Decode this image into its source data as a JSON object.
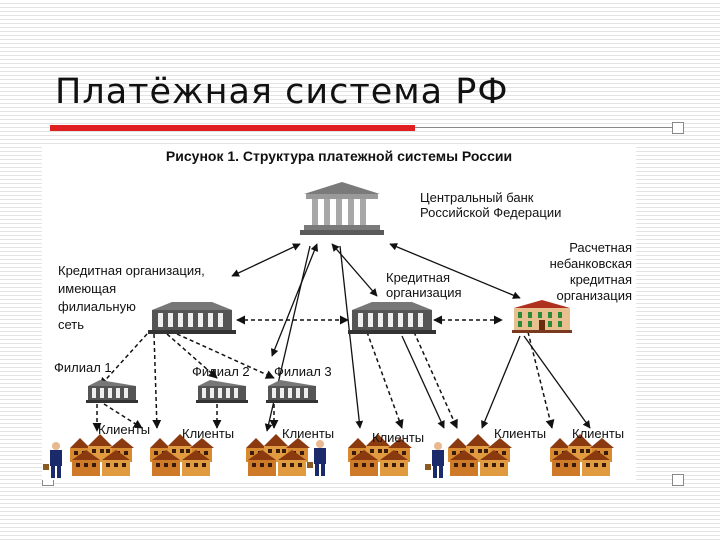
{
  "slide": {
    "title": "Платёжная система РФ",
    "accent_color": "#e02020"
  },
  "figure": {
    "caption": "Рисунок 1. Структура платежной системы России",
    "nodes": {
      "central_bank": [
        "Центральный банк",
        "Российской Федерации"
      ],
      "credit_org_branches": [
        "Кредитная организация,",
        "имеющая",
        "филиальную",
        "сеть"
      ],
      "credit_org": [
        "Кредитная",
        "организация"
      ],
      "nbco": [
        "Расчетная",
        "небанковская",
        "кредитная",
        "организация"
      ],
      "branch_1": "Филиал 1",
      "branch_2": "Филиал 2",
      "branch_3": "Филиал 3"
    },
    "clients": [
      "Клиенты",
      "Клиенты",
      "Клиенты",
      "Клиенты",
      "Клиенты",
      "Клиенты"
    ]
  }
}
